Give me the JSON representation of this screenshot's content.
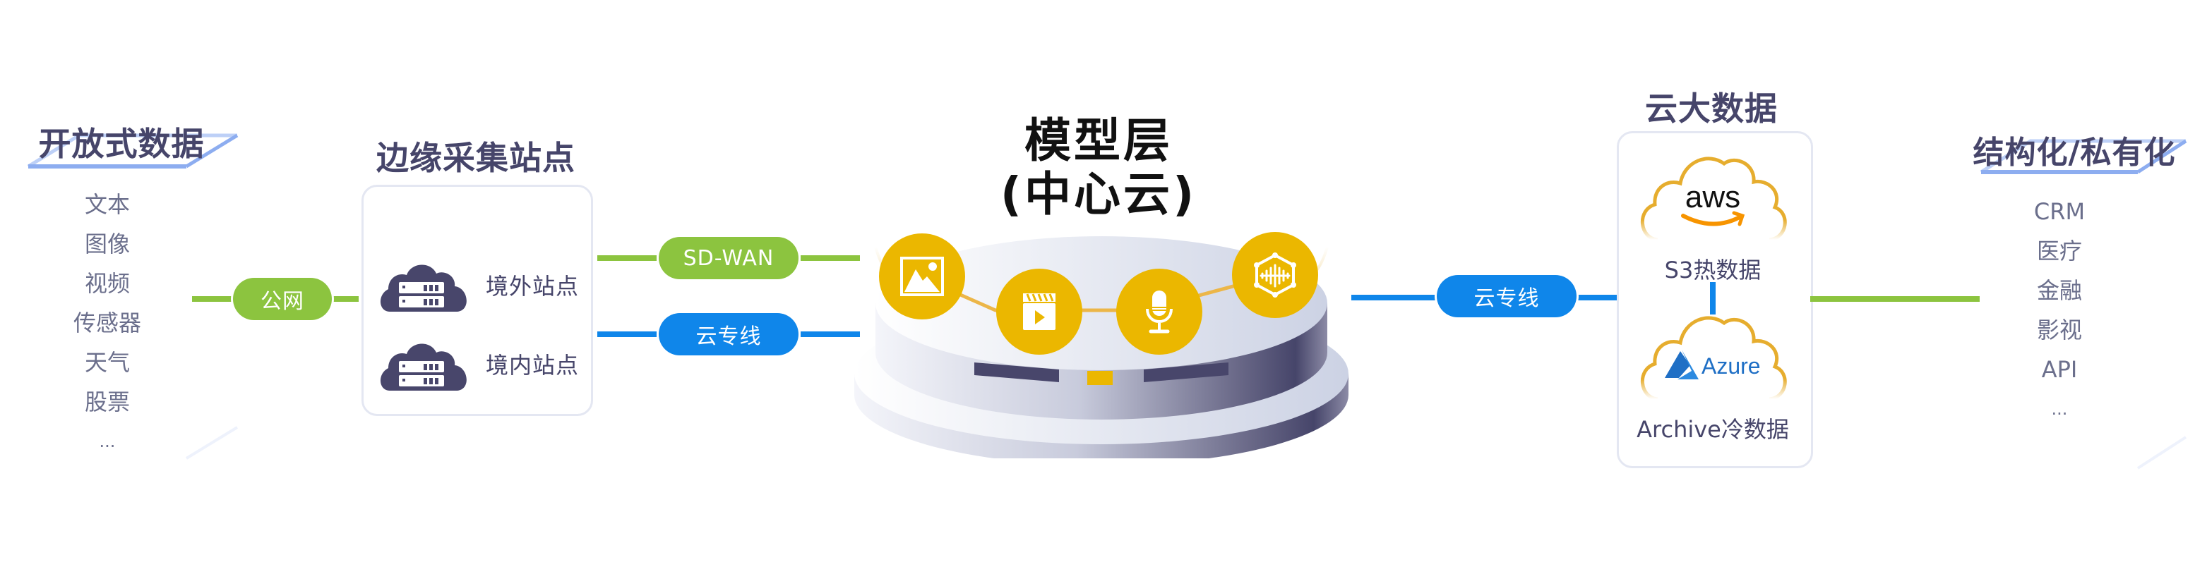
{
  "open_data": {
    "title": "开放式数据",
    "items": [
      "文本",
      "图像",
      "视频",
      "传感器",
      "天气",
      "股票",
      "..."
    ]
  },
  "link_public": {
    "label": "公网",
    "color": "#8cc43f"
  },
  "edge_sites": {
    "title": "边缘采集站点",
    "stations": [
      {
        "label": "境外站点",
        "icon": "cloud-server-icon"
      },
      {
        "label": "境内站点",
        "icon": "cloud-server-icon"
      }
    ]
  },
  "links_to_model": [
    {
      "label": "SD-WAN",
      "color": "#8cc43f"
    },
    {
      "label": "云专线",
      "color": "#0f86ea"
    }
  ],
  "model_layer": {
    "title_line1": "模型层",
    "title_line2": "(中心云)",
    "modalities": [
      {
        "icon": "image-icon"
      },
      {
        "icon": "video-icon"
      },
      {
        "icon": "microphone-icon"
      },
      {
        "icon": "neural-network-icon"
      }
    ],
    "accent": "#ebb700"
  },
  "link_cloud": {
    "label": "云专线",
    "color": "#0f86ea"
  },
  "cloud_big_data": {
    "title": "云大数据",
    "providers": [
      {
        "logo": "aws",
        "label": "S3热数据"
      },
      {
        "logo": "Azure",
        "label": "Archive冷数据"
      }
    ]
  },
  "structured_data": {
    "title": "结构化/私有化",
    "items": [
      "CRM",
      "医疗",
      "金融",
      "影视",
      "API",
      "..."
    ]
  },
  "colors": {
    "title": "#46456a",
    "green_link": "#8cc43f",
    "blue_link": "#0f86ea",
    "cube_border": "#8dadf0",
    "server_dark": "#48466b"
  }
}
